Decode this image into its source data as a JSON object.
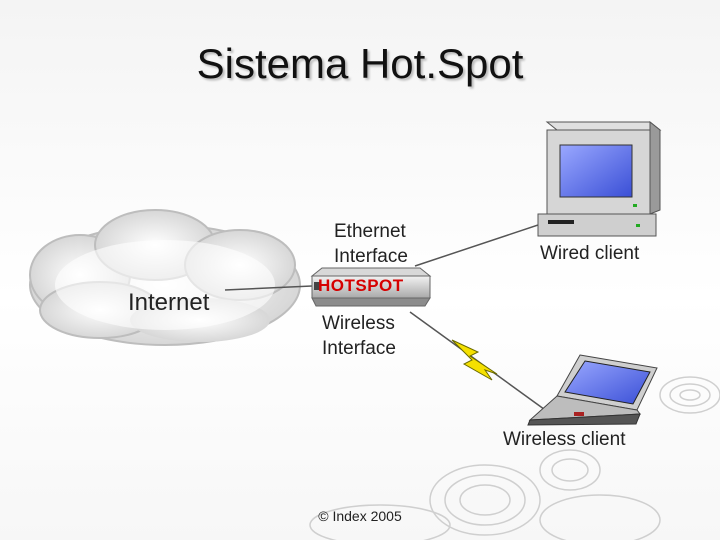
{
  "title": "Sistema Hot.Spot",
  "labels": {
    "internet": "Internet",
    "ethernet_line1": "Ethernet",
    "ethernet_line2": "Interface",
    "hotspot": "HOTSPOT",
    "wireless_line1": "Wireless",
    "wireless_line2": "Interface",
    "wired_client": "Wired client",
    "wireless_client": "Wireless client"
  },
  "footer": "© Index 2005",
  "colors": {
    "hotspot_text": "#d60000",
    "screen_blue": "#4a66e0",
    "lightning": "#f5e000"
  }
}
